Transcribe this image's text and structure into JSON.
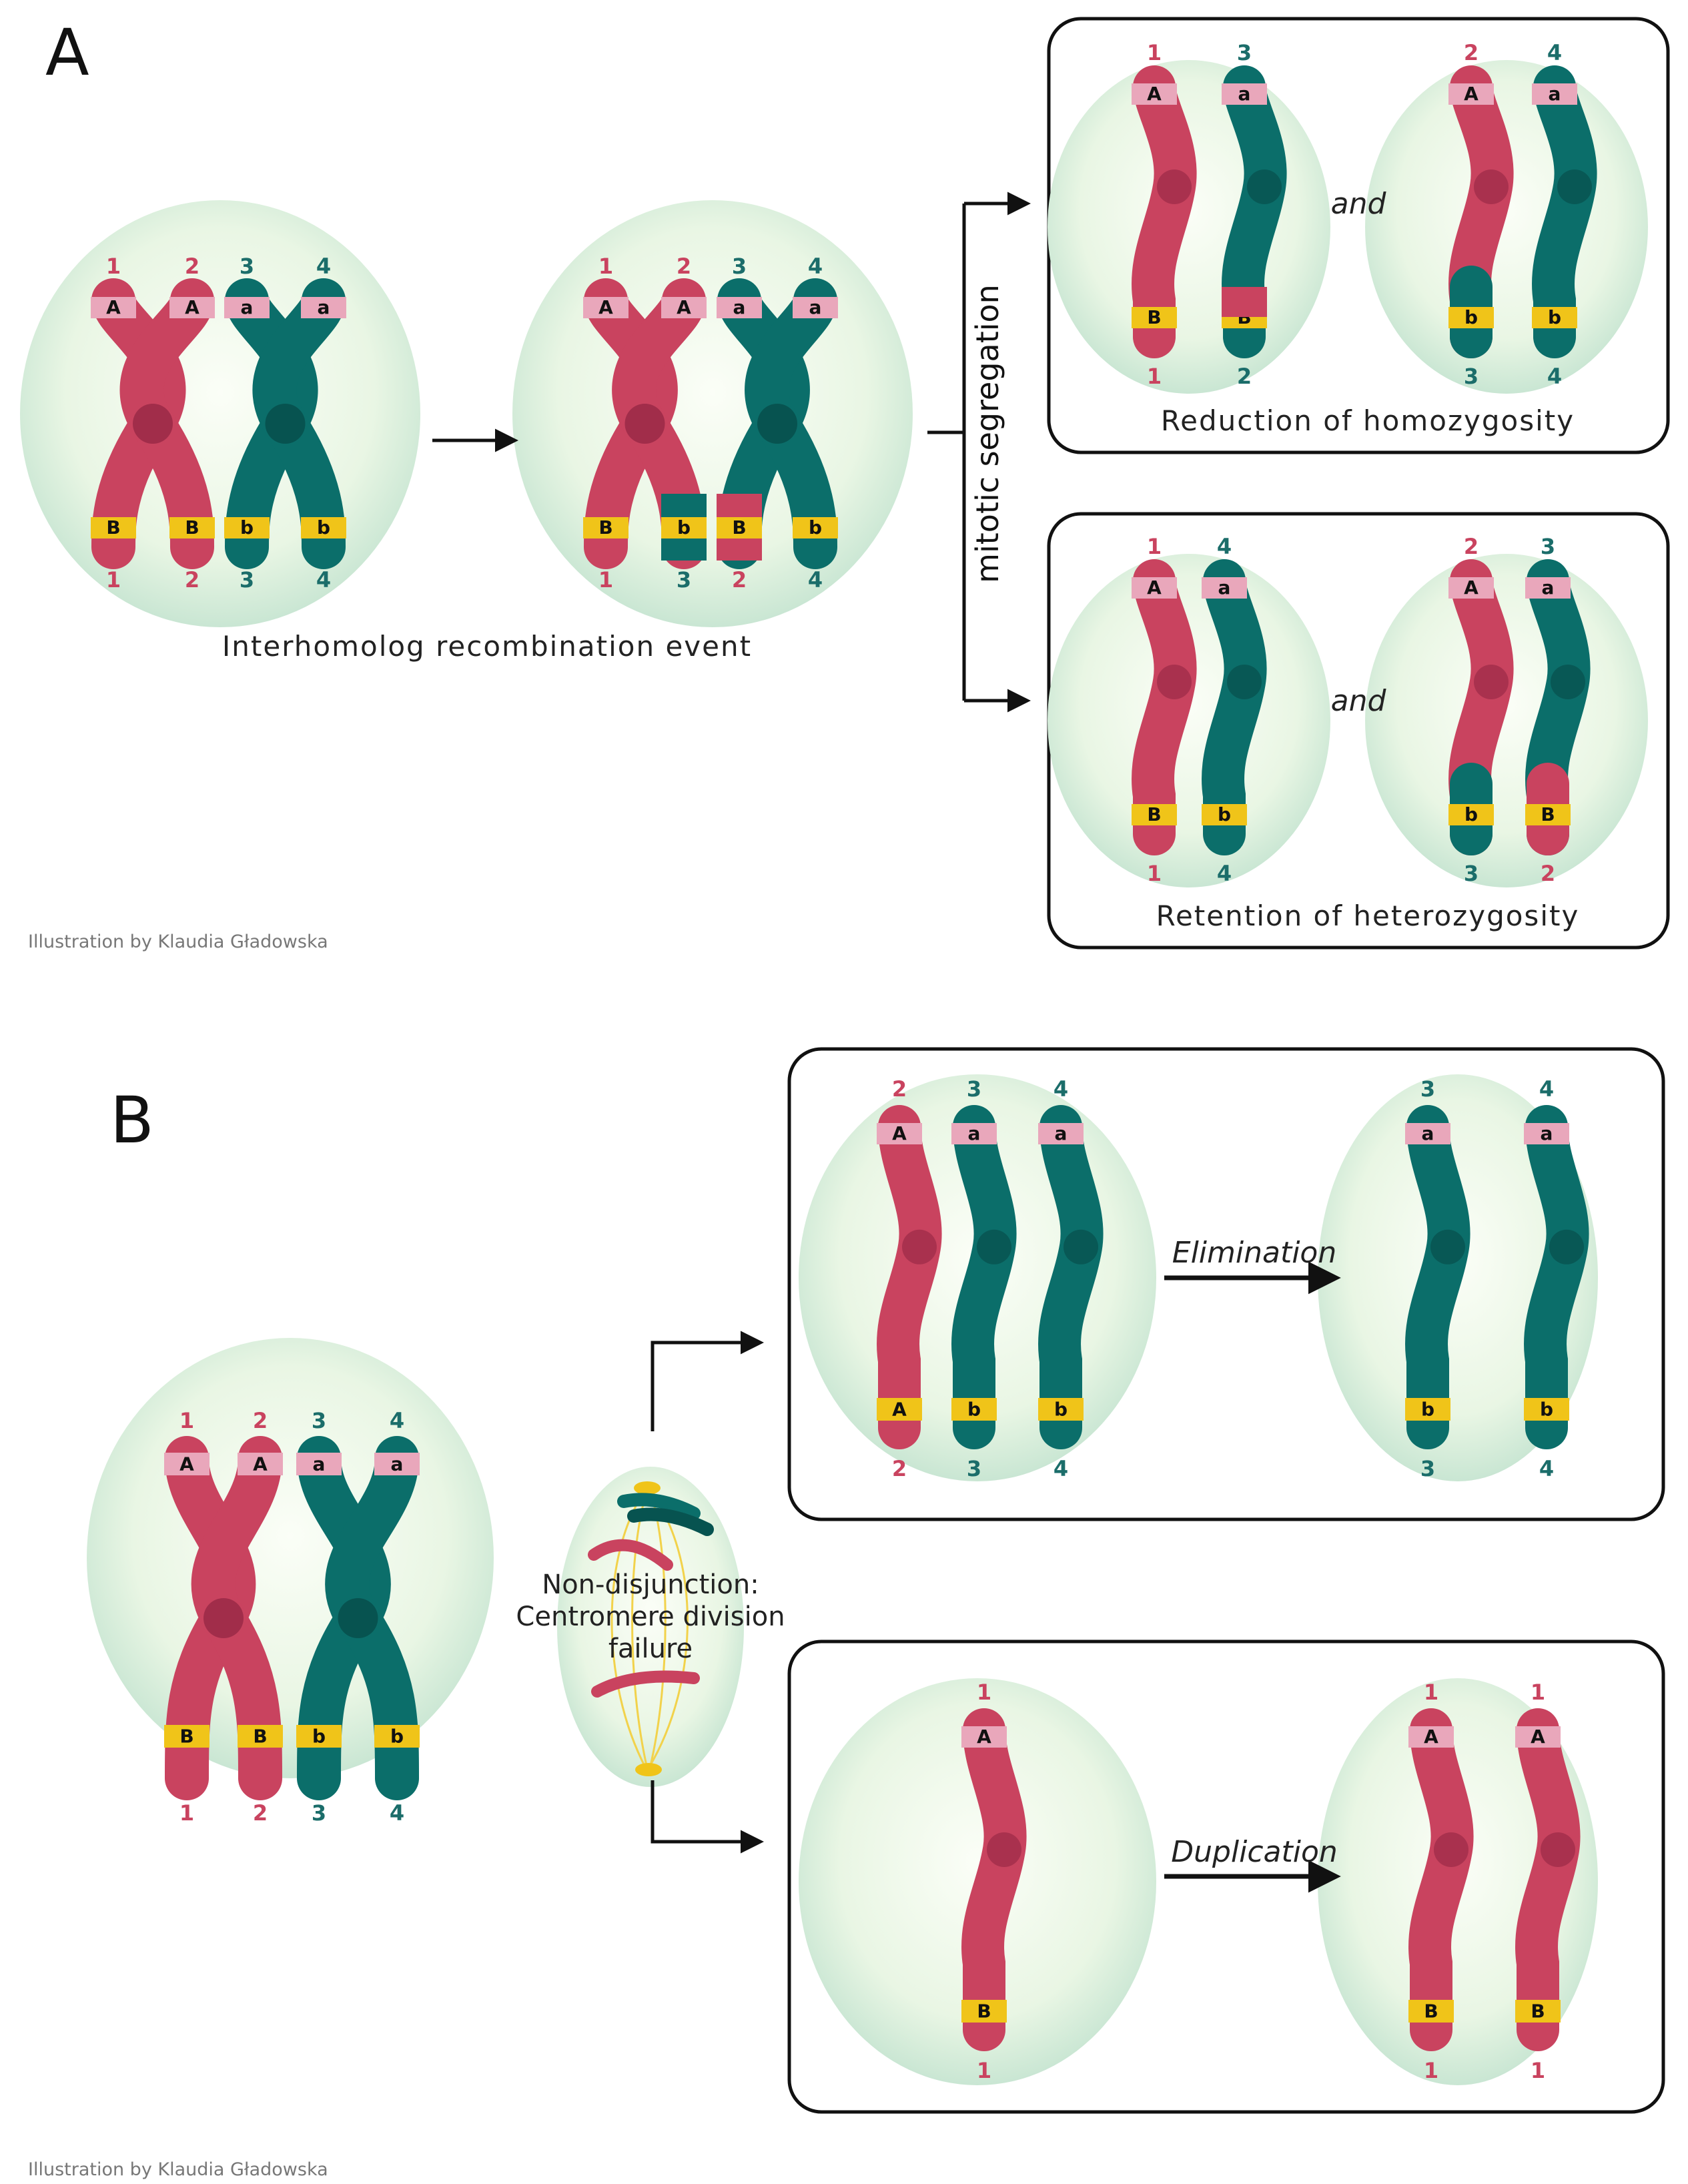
{
  "panel_a": {
    "label": "A",
    "caption": "Interhomolog recombination event",
    "branch_label": "mitotic segregation",
    "join_word_top": "and",
    "join_word_bottom": "and",
    "result_top": "Reduction of homozygosity",
    "result_bottom": "Retention of heterozygosity",
    "credit": "Illustration by Klaudia Gładowska",
    "cell1": {
      "top_numbers": [
        "1",
        "2",
        "3",
        "4"
      ],
      "bottom_numbers": [
        "1",
        "2",
        "3",
        "4"
      ],
      "top_alleles": [
        "A",
        "A",
        "a",
        "a"
      ],
      "bottom_alleles": [
        "B",
        "B",
        "b",
        "b"
      ]
    },
    "cell2": {
      "top_numbers": [
        "1",
        "2",
        "3",
        "4"
      ],
      "bottom_numbers": [
        "1",
        "3",
        "2",
        "4"
      ],
      "top_alleles": [
        "A",
        "A",
        "a",
        "a"
      ],
      "bottom_alleles": [
        "B",
        "b",
        "B",
        "b"
      ]
    },
    "homo_left": {
      "top_numbers": [
        "1",
        "3"
      ],
      "bottom_numbers": [
        "1",
        "2"
      ],
      "top_alleles": [
        "A",
        "a"
      ],
      "bottom_alleles": [
        "B",
        "B"
      ]
    },
    "homo_right": {
      "top_numbers": [
        "2",
        "4"
      ],
      "bottom_numbers": [
        "3",
        "4"
      ],
      "top_alleles": [
        "A",
        "a"
      ],
      "bottom_alleles": [
        "b",
        "b"
      ]
    },
    "hetero_left": {
      "top_numbers": [
        "1",
        "4"
      ],
      "bottom_numbers": [
        "1",
        "4"
      ],
      "top_alleles": [
        "A",
        "a"
      ],
      "bottom_alleles": [
        "B",
        "b"
      ]
    },
    "hetero_right": {
      "top_numbers": [
        "2",
        "3"
      ],
      "bottom_numbers": [
        "3",
        "2"
      ],
      "top_alleles": [
        "A",
        "a"
      ],
      "bottom_alleles": [
        "b",
        "B"
      ]
    }
  },
  "panel_b": {
    "label": "B",
    "nondisjunction_lines": [
      "Non-disjunction:",
      "Centromere division",
      "failure"
    ],
    "step_top": "Elimination",
    "step_bottom": "Duplication",
    "credit": "Illustration by Klaudia Gładowska",
    "cell1": {
      "top_numbers": [
        "1",
        "2",
        "3",
        "4"
      ],
      "bottom_numbers": [
        "1",
        "2",
        "3",
        "4"
      ],
      "top_alleles": [
        "A",
        "A",
        "a",
        "a"
      ],
      "bottom_alleles": [
        "B",
        "B",
        "b",
        "b"
      ]
    },
    "elim_left": {
      "top_numbers": [
        "2",
        "3",
        "4"
      ],
      "bottom_numbers": [
        "2",
        "3",
        "4"
      ],
      "top_alleles": [
        "A",
        "a",
        "a"
      ],
      "bottom_alleles": [
        "A",
        "b",
        "b"
      ]
    },
    "elim_right": {
      "top_numbers": [
        "3",
        "4"
      ],
      "bottom_numbers": [
        "3",
        "4"
      ],
      "top_alleles": [
        "a",
        "a"
      ],
      "bottom_alleles": [
        "b",
        "b"
      ]
    },
    "dup_left": {
      "top_numbers": [
        "1"
      ],
      "bottom_numbers": [
        "1"
      ],
      "top_alleles": [
        "A"
      ],
      "bottom_alleles": [
        "B"
      ]
    },
    "dup_right": {
      "top_numbers": [
        "1",
        "1"
      ],
      "bottom_numbers": [
        "1",
        "1"
      ],
      "top_alleles": [
        "A",
        "A"
      ],
      "bottom_alleles": [
        "B",
        "B"
      ]
    }
  },
  "colors": {
    "red": "#c9435f",
    "red_dark": "#a12d4a",
    "teal": "#0b6e6a",
    "teal_dark": "#075350",
    "pink_band": "#e9a7bb",
    "yellow_band": "#f0c419",
    "cell_fill": "#eef8e9",
    "cell_edge": "#bfdfcc",
    "red_label": "#c9435f",
    "teal_label": "#1b6d6a",
    "text": "#222222"
  }
}
